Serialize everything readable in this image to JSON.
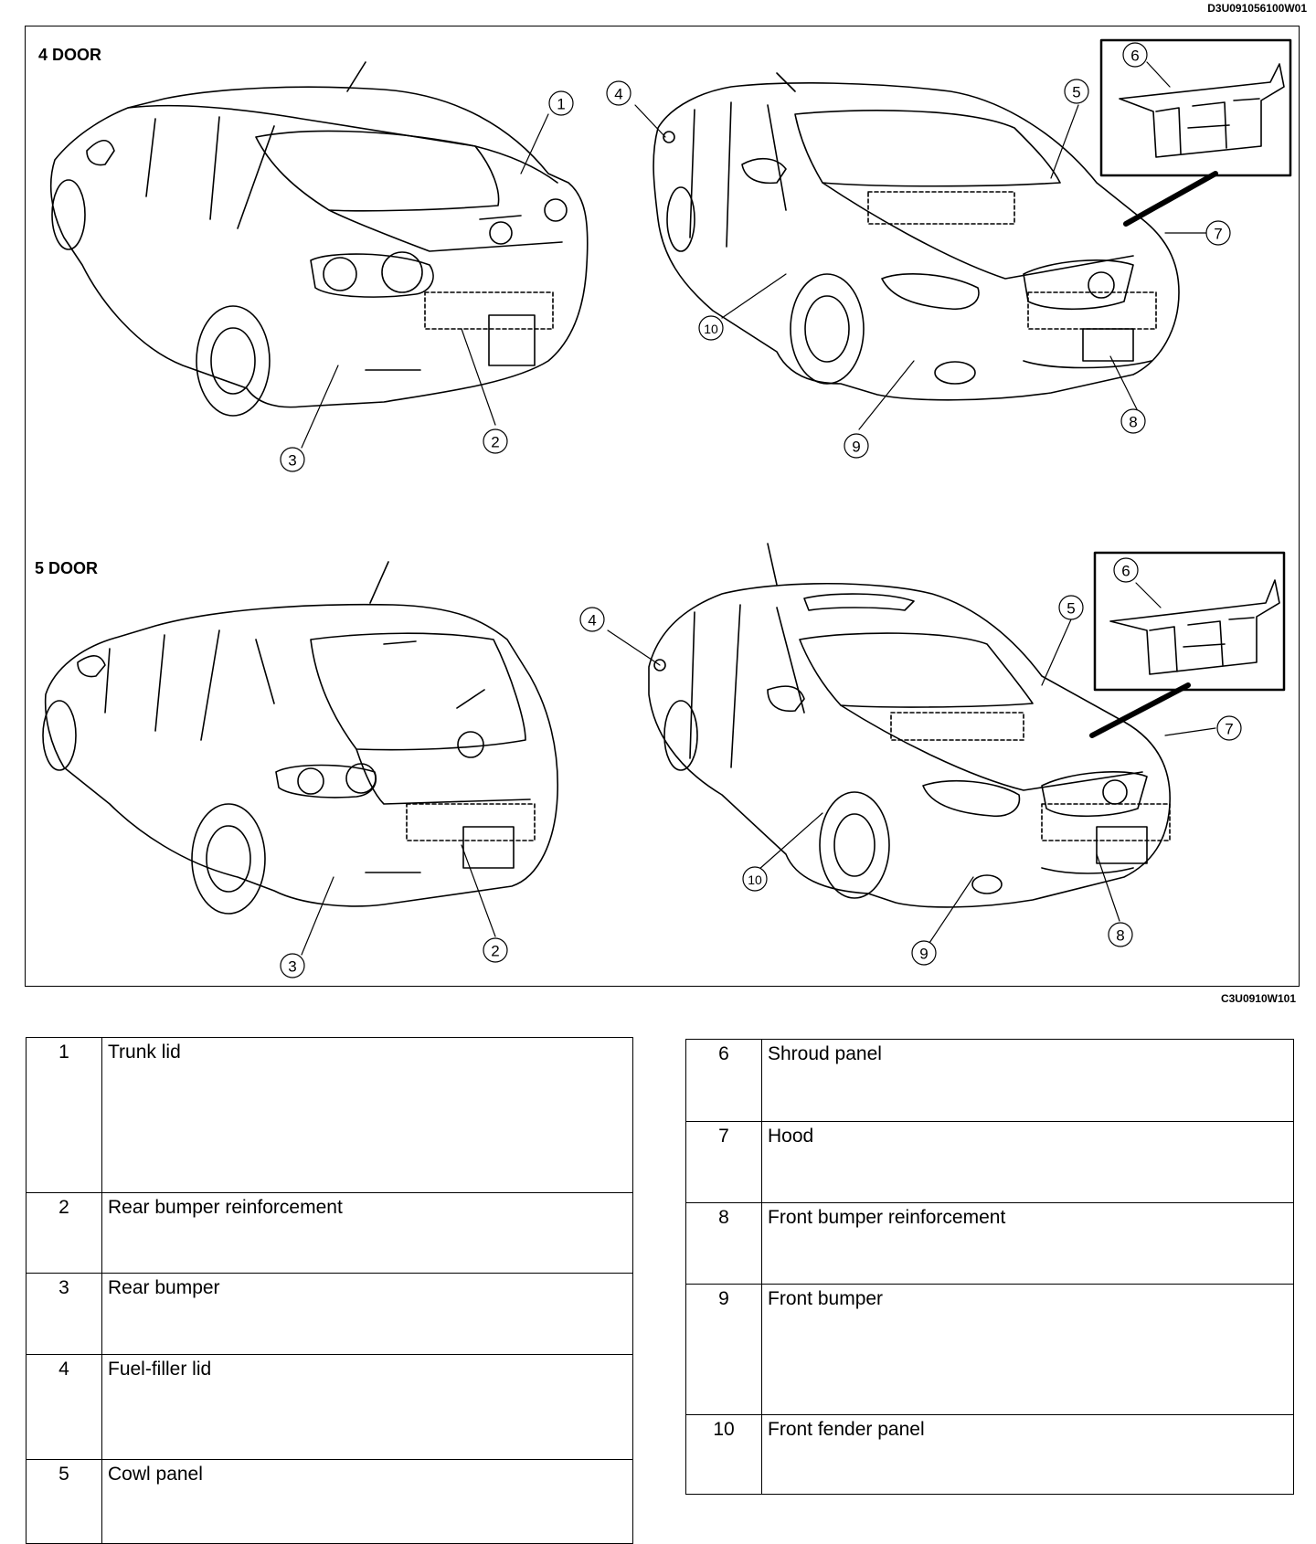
{
  "document_code": "D3U091056100W01",
  "figure_code": "C3U0910W101",
  "sections": [
    {
      "label": "4 DOOR"
    },
    {
      "label": "5 DOOR"
    }
  ],
  "callouts": {
    "c1": "1",
    "c2": "2",
    "c3": "3",
    "c4": "4",
    "c5": "5",
    "c6": "6",
    "c7": "7",
    "c8": "8",
    "c9": "9",
    "c10": "10"
  },
  "legend_left": [
    {
      "num": "1",
      "name": "Trunk lid"
    },
    {
      "num": "2",
      "name": "Rear bumper reinforcement"
    },
    {
      "num": "3",
      "name": "Rear bumper"
    },
    {
      "num": "4",
      "name": "Fuel-filler lid"
    },
    {
      "num": "5",
      "name": "Cowl panel"
    }
  ],
  "legend_right": [
    {
      "num": "6",
      "name": "Shroud panel"
    },
    {
      "num": "7",
      "name": "Hood"
    },
    {
      "num": "8",
      "name": "Front bumper reinforcement"
    },
    {
      "num": "9",
      "name": "Front bumper"
    },
    {
      "num": "10",
      "name": "Front fender panel"
    }
  ]
}
